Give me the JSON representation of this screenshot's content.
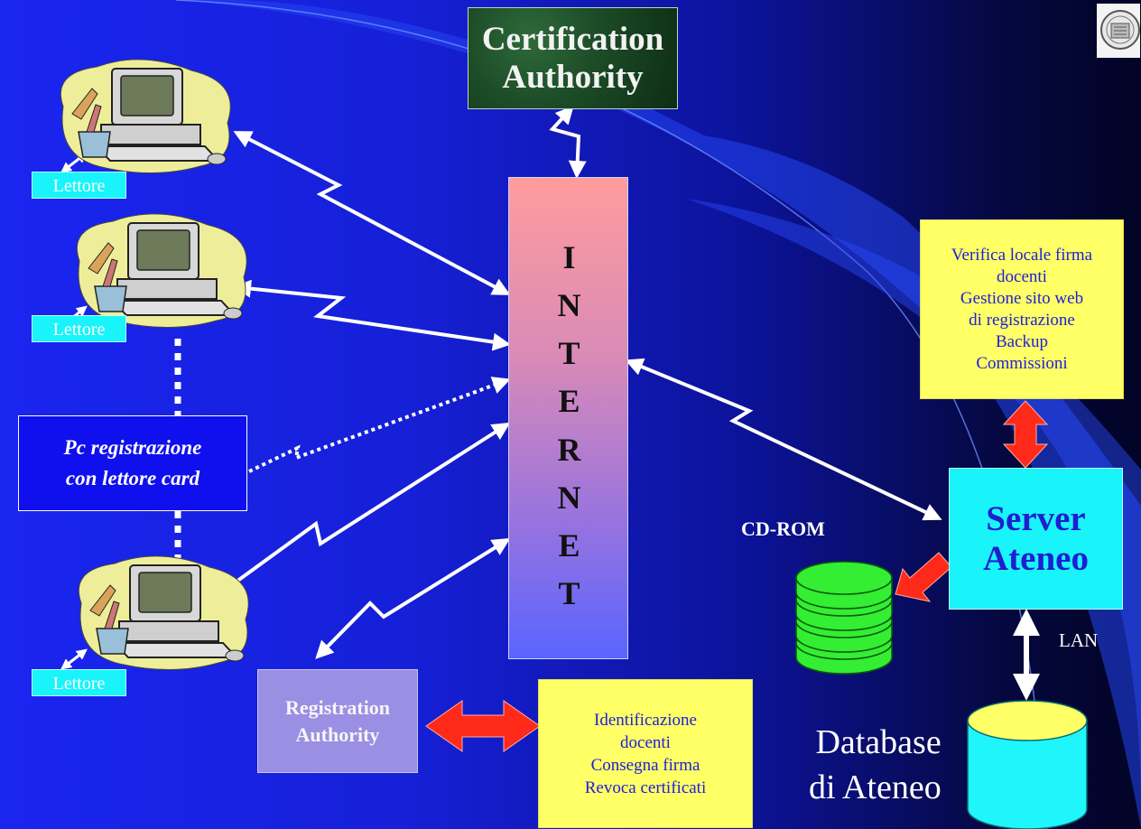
{
  "certification_authority": {
    "line1": "Certification",
    "line2": "Authority"
  },
  "internet": {
    "letters": [
      "I",
      "N",
      "T",
      "E",
      "R",
      "N",
      "E",
      "T"
    ]
  },
  "registration_authority": {
    "line1": "Registration",
    "line2": "Authority"
  },
  "ra_info": {
    "lines": [
      "Identificazione",
      "docenti",
      "Consegna firma",
      "Revoca certificati"
    ]
  },
  "server_info": {
    "lines": [
      "Verifica locale firma",
      "docenti",
      "Gestione sito web",
      "di registrazione",
      "Backup",
      "Commissioni"
    ]
  },
  "server": {
    "line1": "Server",
    "line2": "Ateneo"
  },
  "pc_registration": {
    "line1": "Pc registrazione",
    "line2": "con lettore card"
  },
  "reader_labels": [
    "Lettore",
    "Lettore",
    "Lettore"
  ],
  "cdrom_label": "CD-ROM",
  "lan_label": "LAN",
  "database": {
    "line1": "Database",
    "line2": "di Ateneo"
  },
  "colors": {
    "background": "#1620d8",
    "cyan": "#19f4fb",
    "yellow_box": "#ffff66",
    "red_arrow": "#ff2a1a",
    "database_cyan": "#1ff6fb",
    "cdrom_green": "#33ee33"
  },
  "icons": [
    "computer-workstation-icon",
    "cdrom-stack-icon",
    "database-cylinder-icon",
    "university-seal-icon"
  ]
}
